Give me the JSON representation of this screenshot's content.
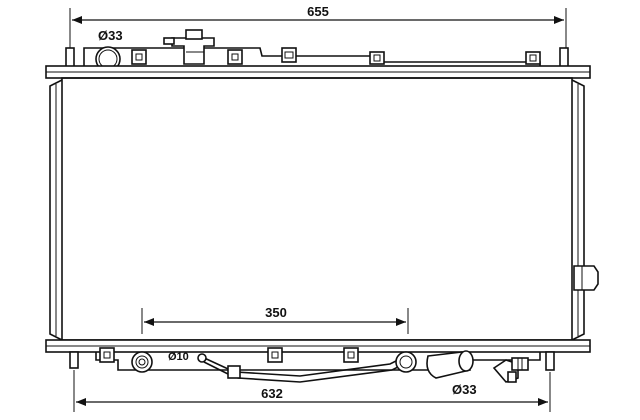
{
  "dimensions": {
    "overall_width": "655",
    "core_width": "632",
    "inner_span": "350",
    "upper_inlet_diameter": "Ø33",
    "lower_outlet_diameter": "Ø33",
    "oil_line_diameter": "Ø10"
  }
}
